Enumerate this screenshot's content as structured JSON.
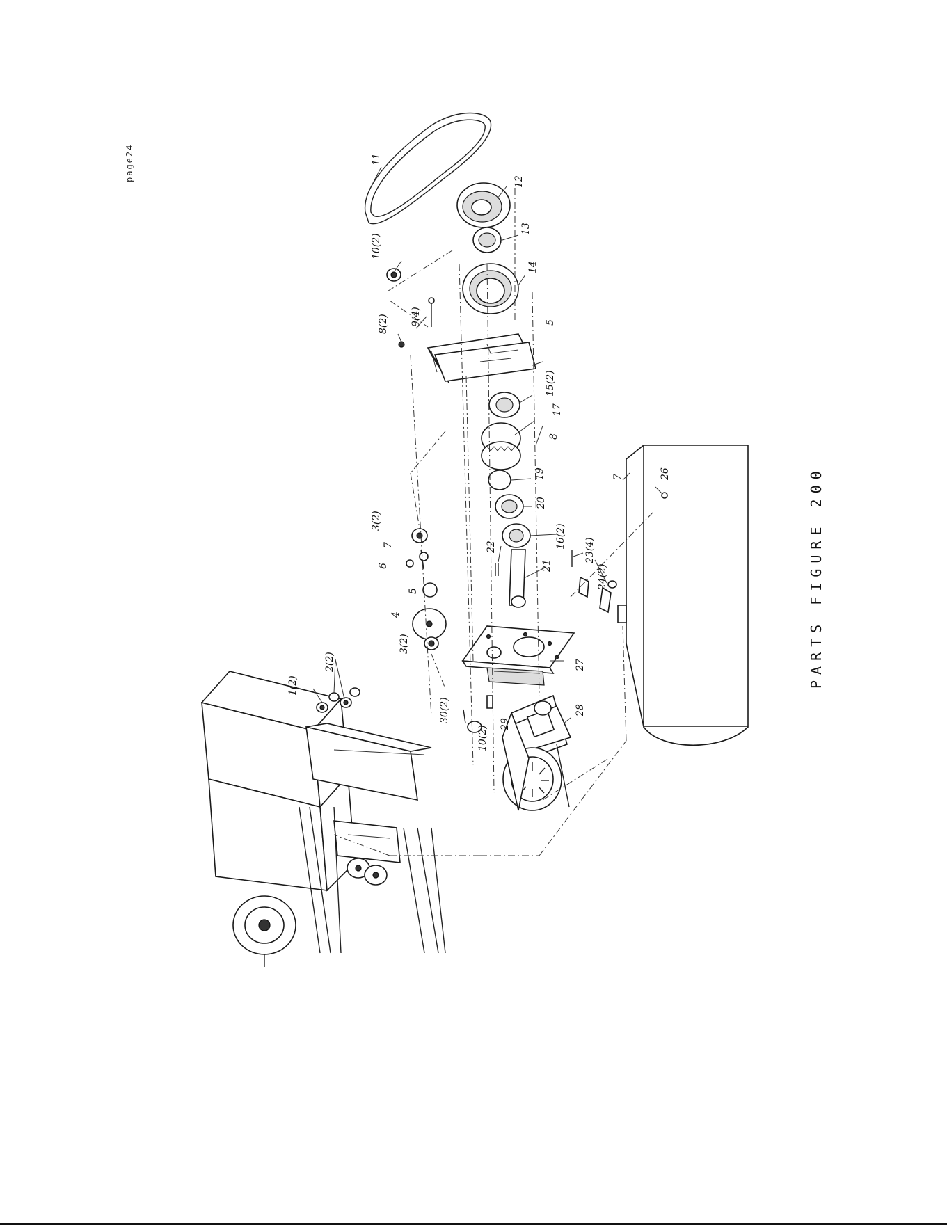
{
  "page_id": "page24",
  "figure_title": "PARTS FIGURE 200",
  "callouts": [
    {
      "id": "c1",
      "text": "1(2)"
    },
    {
      "id": "c2",
      "text": "2(2)"
    },
    {
      "id": "c3a",
      "text": "3(2)"
    },
    {
      "id": "c3b",
      "text": "3(2)"
    },
    {
      "id": "c4",
      "text": "4"
    },
    {
      "id": "c5a",
      "text": "5"
    },
    {
      "id": "c6",
      "text": "6"
    },
    {
      "id": "c7a",
      "text": "7"
    },
    {
      "id": "c8a",
      "text": "8(2)"
    },
    {
      "id": "c9",
      "text": "9(4)"
    },
    {
      "id": "c10a",
      "text": "10(2)"
    },
    {
      "id": "c11",
      "text": "11"
    },
    {
      "id": "c12",
      "text": "12"
    },
    {
      "id": "c13",
      "text": "13"
    },
    {
      "id": "c14",
      "text": "14"
    },
    {
      "id": "c5b",
      "text": "5"
    },
    {
      "id": "c15",
      "text": "15(2)"
    },
    {
      "id": "c17",
      "text": "17"
    },
    {
      "id": "c8b",
      "text": "8"
    },
    {
      "id": "c19",
      "text": "19"
    },
    {
      "id": "c20",
      "text": "20"
    },
    {
      "id": "c16",
      "text": "16(2)"
    },
    {
      "id": "c22",
      "text": "22"
    },
    {
      "id": "c21",
      "text": "21"
    },
    {
      "id": "c23",
      "text": "23(4)"
    },
    {
      "id": "c24",
      "text": "24(2)"
    },
    {
      "id": "c27",
      "text": "27"
    },
    {
      "id": "c30",
      "text": "30(2)"
    },
    {
      "id": "c29",
      "text": "29"
    },
    {
      "id": "c10b",
      "text": "10(2)"
    },
    {
      "id": "c28",
      "text": "28"
    },
    {
      "id": "c7b",
      "text": "7"
    },
    {
      "id": "c26",
      "text": "26"
    }
  ]
}
